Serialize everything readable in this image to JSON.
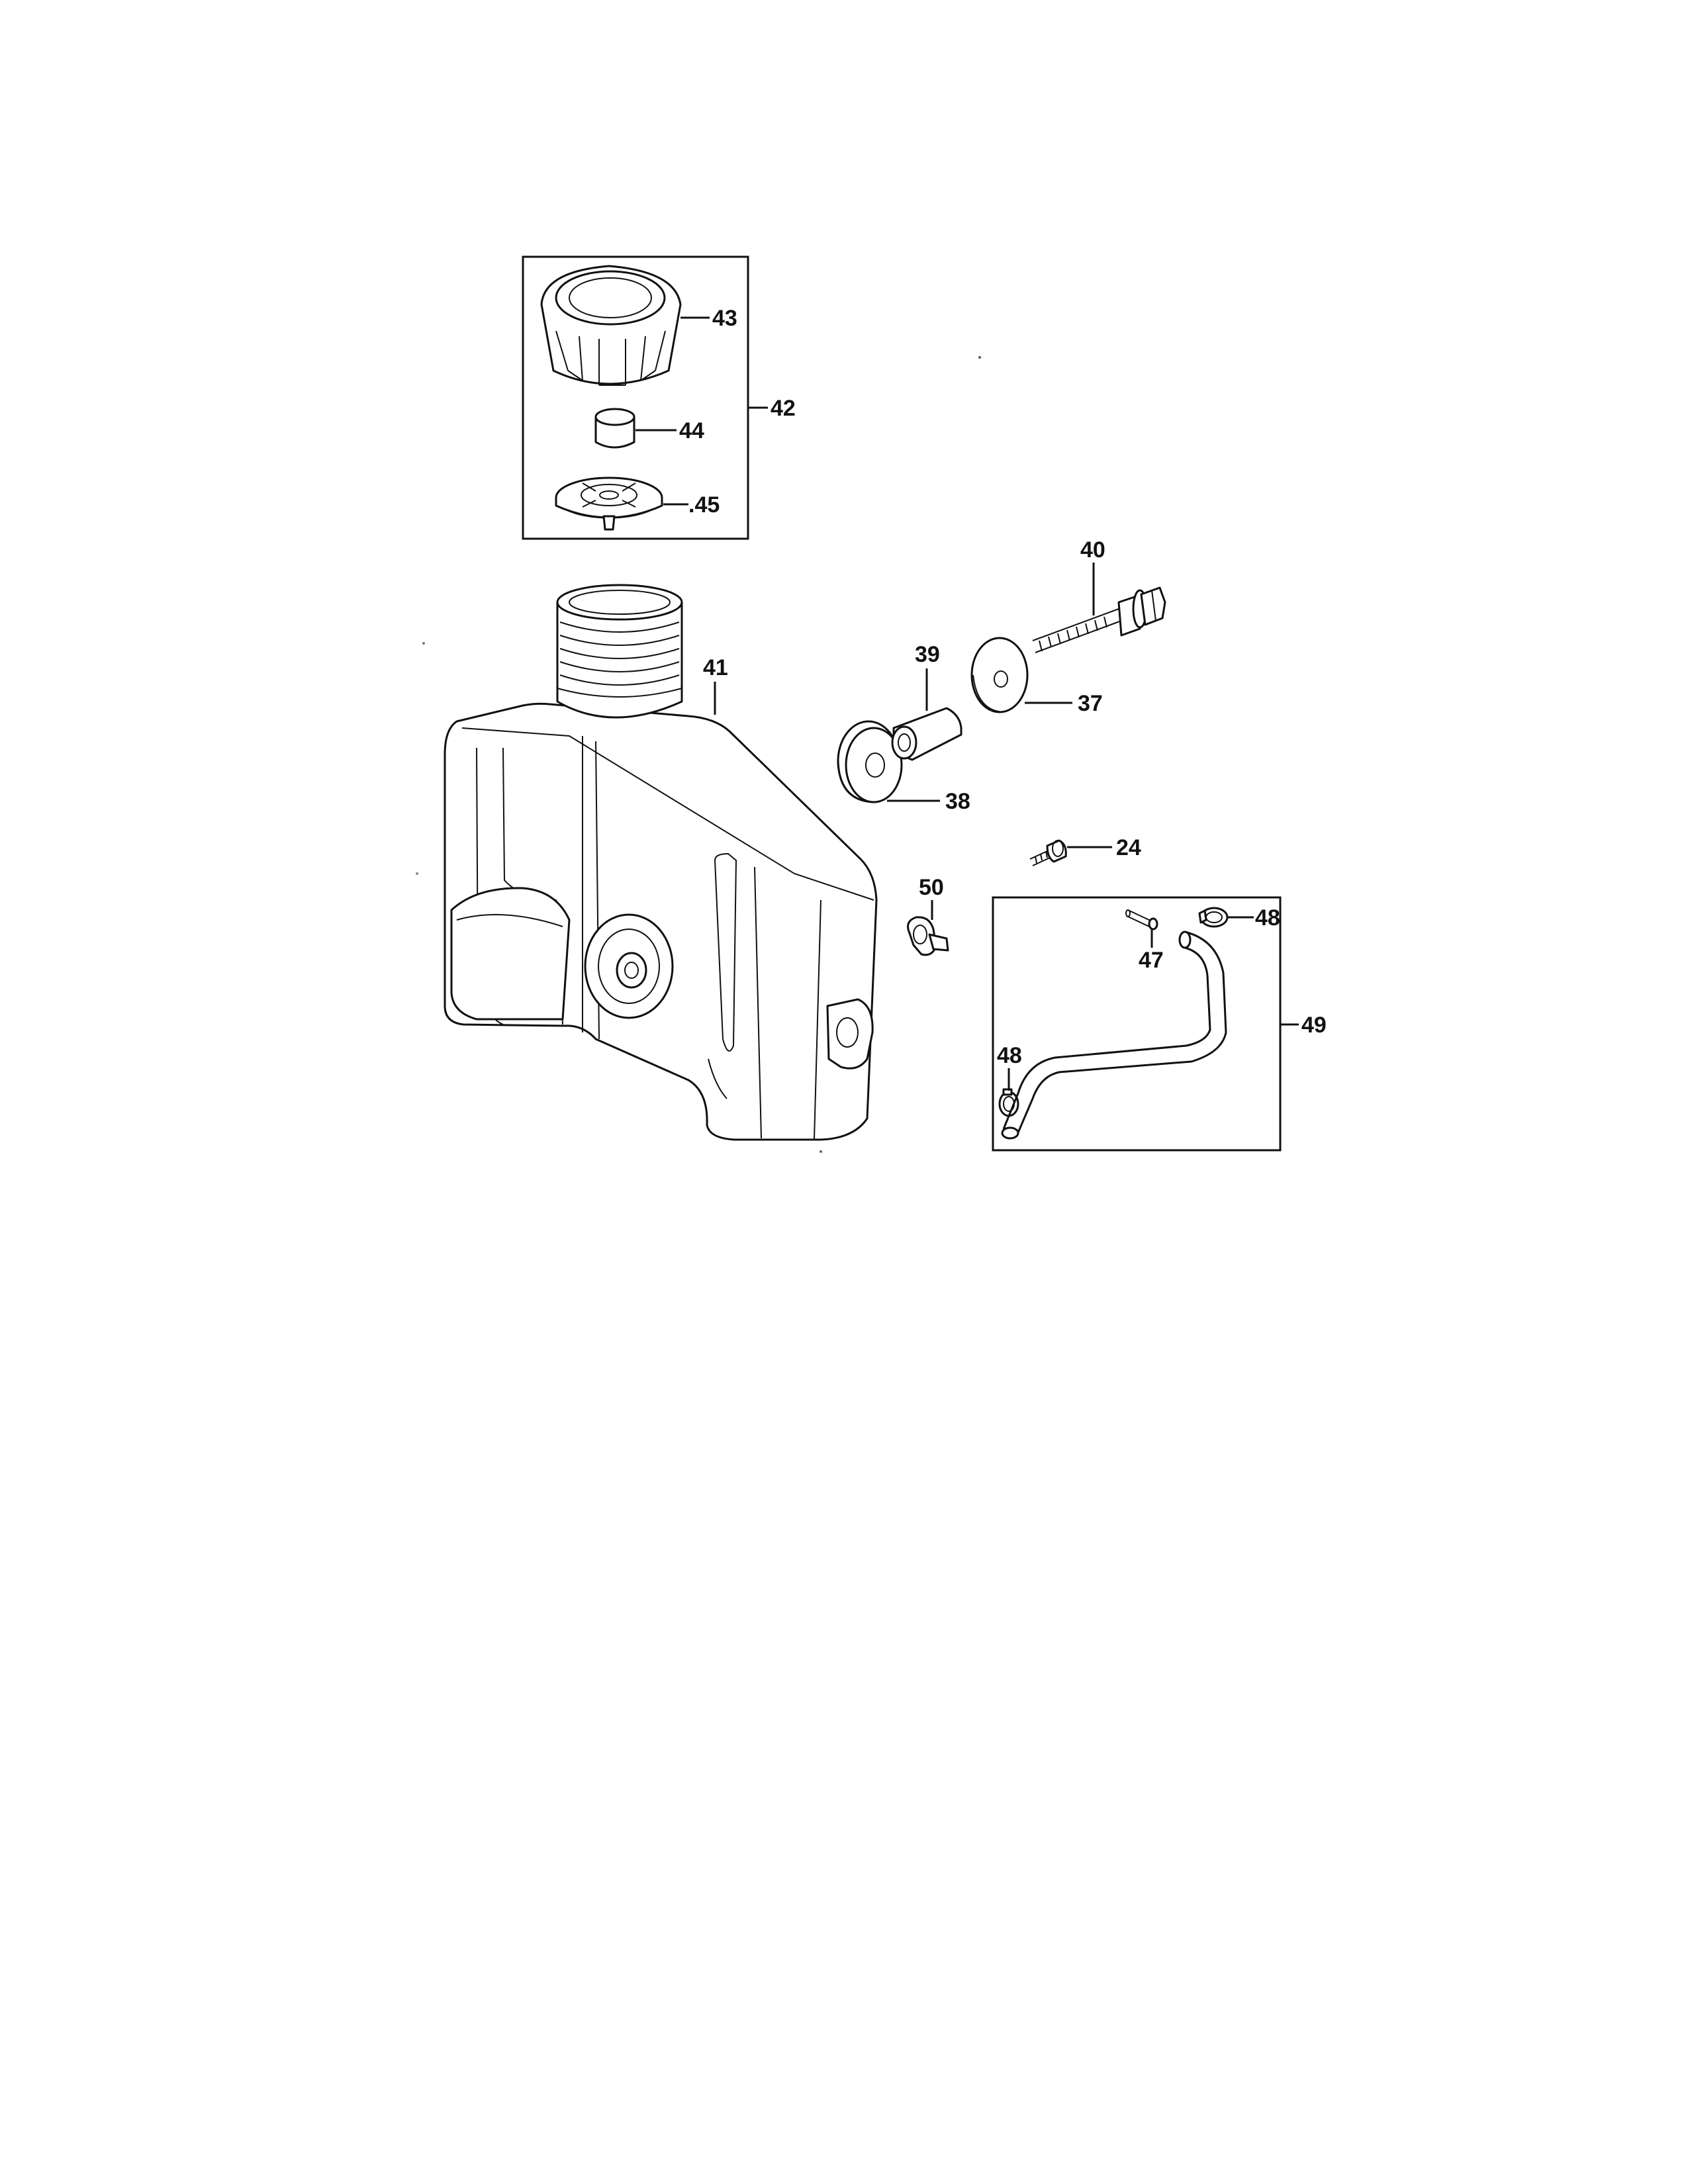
{
  "callouts": {
    "c24": "24",
    "c37": "37",
    "c38": "38",
    "c39": "39",
    "c40": "40",
    "c41": "41",
    "c42": "42",
    "c43": "43",
    "c44": "44",
    "c45": ".45",
    "c47": "47",
    "c48a": "48",
    "c48b": "48",
    "c49": "49",
    "c50": "50"
  },
  "colors": {
    "ink": "#111111",
    "paper": "#ffffff"
  }
}
